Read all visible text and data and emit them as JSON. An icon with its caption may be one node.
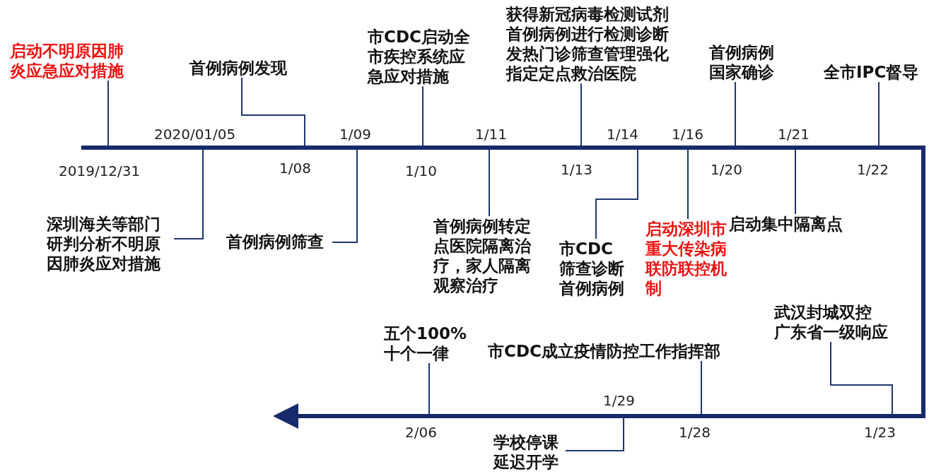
{
  "diagram": {
    "nodes": [
      {
        "text": [
          "启动不明原因肺炎应急应对措施"
        ]
      },
      {
        "text": [
          "首例病例发现"
        ]
      },
      {
        "text": [
          "市CDC启动全市疾控系统应急应对措施"
        ]
      },
      {
        "text": [
          "获得新冠病毒检测试剂",
          "首例病例进行检测诊断",
          "发热门诊筛查管理强化",
          "指定定点救治医院"
        ]
      },
      {
        "text": [
          "首例病例国家确诊"
        ]
      },
      {
        "text": [
          "全市IPC督导"
        ]
      },
      {
        "text": [
          "深圳海关等部门研判分析不明原因肺炎应对措施"
        ]
      },
      {
        "text": [
          "首例病例筛查"
        ]
      },
      {
        "text": [
          "首例病例转定点医院隔离治疗，家人隔离观察治疗"
        ]
      },
      {
        "text": [
          "市CDC",
          "筛查诊断首例病例"
        ]
      },
      {
        "text": [
          "启动深圳市重大传染病联防联控机制"
        ]
      },
      {
        "text": [
          "启动集中隔离点"
        ]
      },
      {
        "text": [
          "武汉封城双控",
          "广东省一级响应"
        ]
      },
      {
        "text": [
          "五个100%",
          "十个一律"
        ]
      },
      {
        "text": [
          "市CDC成立疫情防控工作指挥部"
        ]
      },
      {
        "text": [
          "学校停课延迟开学"
        ]
      }
    ],
    "edges": [
      {
        "from": 0,
        "to": null,
        "arrow": "none"
      },
      {
        "from": 1,
        "to": null,
        "arrow": "none"
      },
      {
        "from": 2,
        "to": null,
        "arrow": "none"
      },
      {
        "from": 3,
        "to": null,
        "arrow": "none"
      },
      {
        "from": 4,
        "to": null,
        "arrow": "none"
      },
      {
        "from": 5,
        "to": null,
        "arrow": "none"
      },
      {
        "from": 6,
        "to": null,
        "arrow": "none"
      },
      {
        "from": 7,
        "to": null,
        "arrow": "none"
      },
      {
        "from": 8,
        "to": null,
        "arrow": "none"
      },
      {
        "from": 9,
        "to": null,
        "arrow": "none"
      },
      {
        "from": 10,
        "to": null,
        "arrow": "none"
      },
      {
        "from": 11,
        "to": null,
        "arrow": "none"
      },
      {
        "from": 12,
        "to": null,
        "arrow": "none"
      },
      {
        "from": 13,
        "to": null,
        "arrow": "none"
      },
      {
        "from": 14,
        "to": null,
        "arrow": "none"
      },
      {
        "from": 15,
        "to": null,
        "arrow": "none"
      }
    ],
    "labels": [
      "2020/01/05",
      "1/09",
      "1/11",
      "1/14",
      "1/16",
      "1/21",
      "2019/12/31",
      "1/08",
      "1/10",
      "1/13",
      "1/20",
      "1/22",
      "1/29",
      "2/06",
      "1/28",
      "1/23"
    ]
  }
}
